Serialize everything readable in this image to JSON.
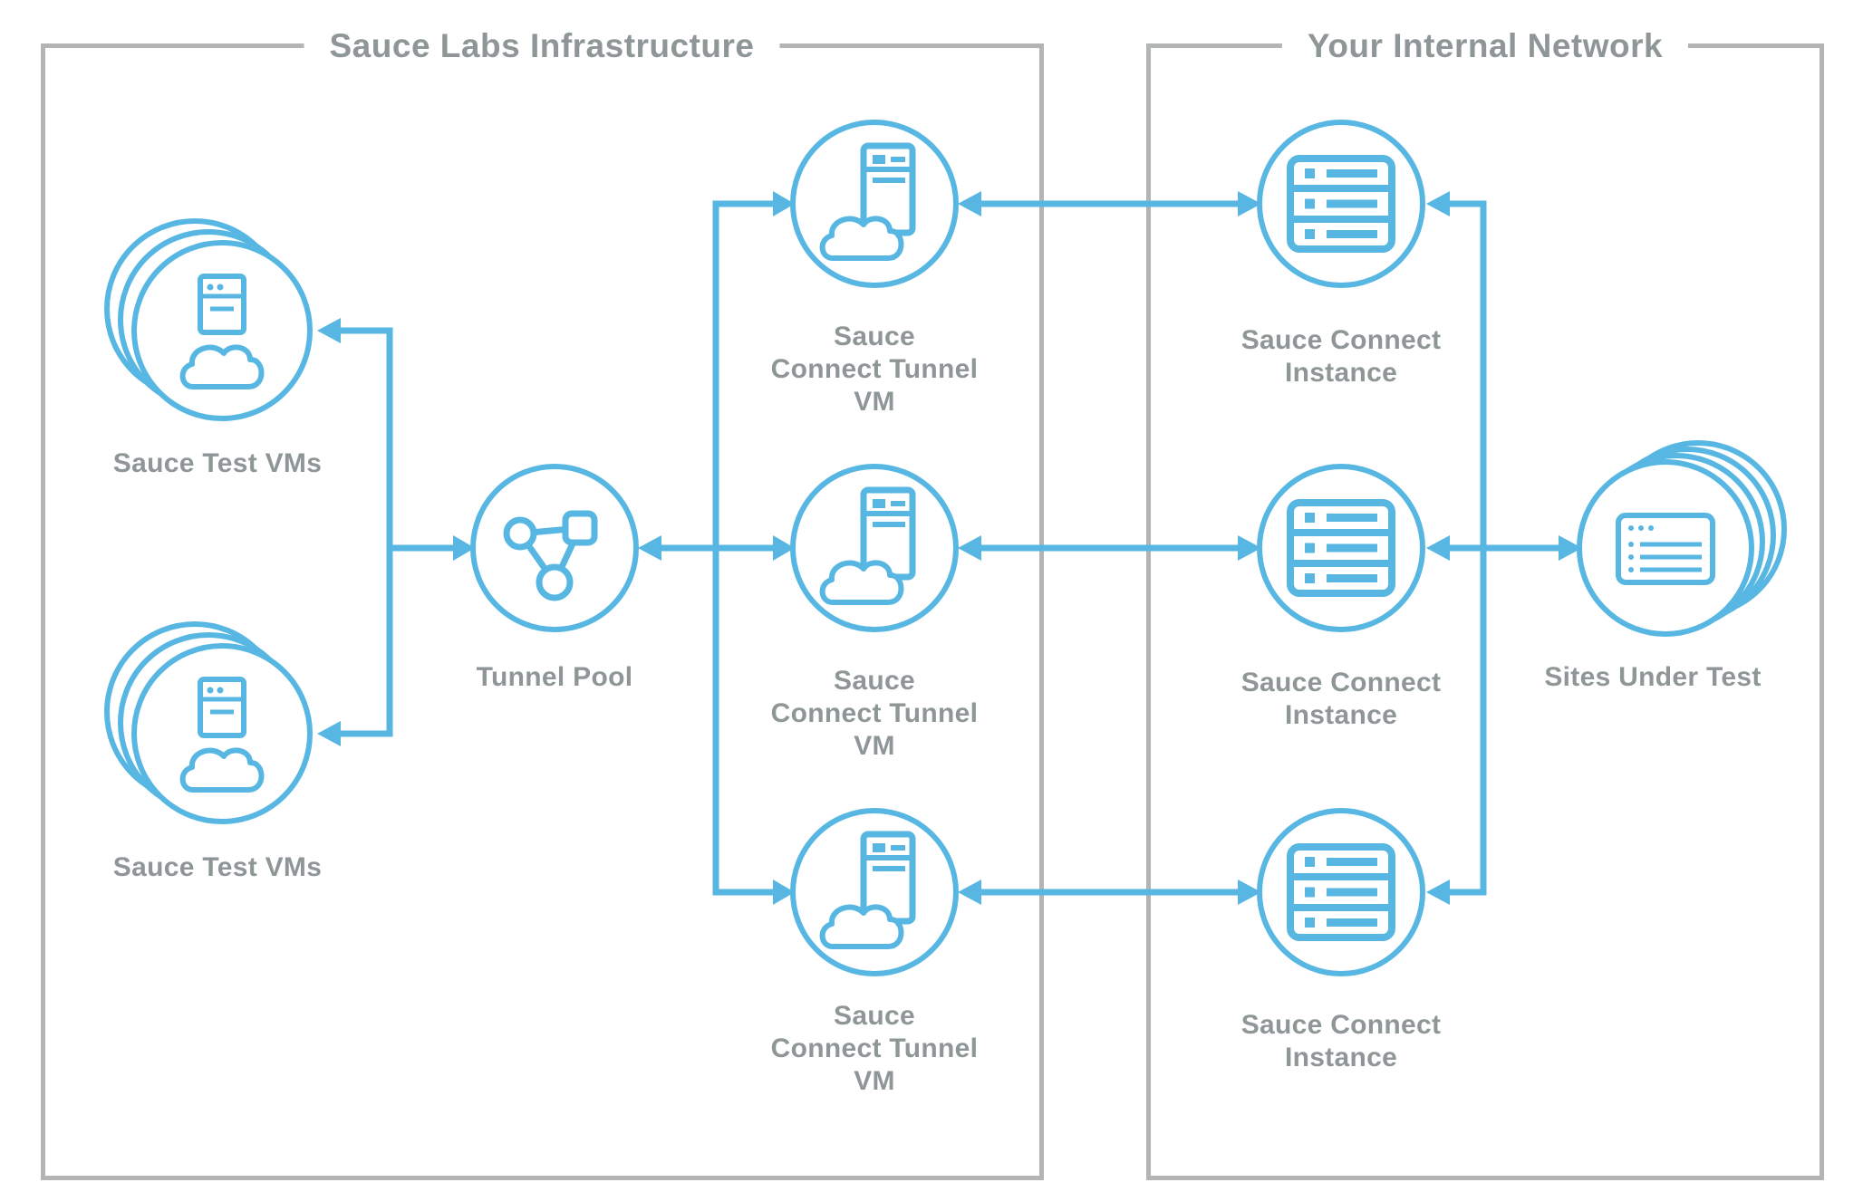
{
  "colors": {
    "accent_blue": "#57b7e2",
    "label_gray": "#8f9697",
    "frame_gray": "#b3b5b5"
  },
  "regions": {
    "sauce_infrastructure": {
      "title": "Sauce Labs Infrastructure"
    },
    "internal_network": {
      "title": "Your Internal Network"
    }
  },
  "nodes": {
    "sauce_test_vms_top": {
      "label": "Sauce Test VMs",
      "icon": "cloud-vm-stack-icon"
    },
    "sauce_test_vms_bottom": {
      "label": "Sauce Test VMs",
      "icon": "cloud-vm-stack-icon"
    },
    "tunnel_pool": {
      "label": "Tunnel Pool",
      "icon": "network-triangle-icon"
    },
    "sc_tunnel_vm_1": {
      "lines": [
        "Sauce",
        "Connect Tunnel",
        "VM"
      ],
      "icon": "cloud-server-icon"
    },
    "sc_tunnel_vm_2": {
      "lines": [
        "Sauce",
        "Connect Tunnel",
        "VM"
      ],
      "icon": "cloud-server-icon"
    },
    "sc_tunnel_vm_3": {
      "lines": [
        "Sauce",
        "Connect Tunnel",
        "VM"
      ],
      "icon": "cloud-server-icon"
    },
    "sc_instance_1": {
      "lines": [
        "Sauce Connect",
        "Instance"
      ],
      "icon": "server-rack-icon"
    },
    "sc_instance_2": {
      "lines": [
        "Sauce Connect",
        "Instance"
      ],
      "icon": "server-rack-icon"
    },
    "sc_instance_3": {
      "lines": [
        "Sauce Connect",
        "Instance"
      ],
      "icon": "server-rack-icon"
    },
    "sites_under_test": {
      "label": "Sites Under Test",
      "icon": "browser-stack-icon"
    }
  }
}
